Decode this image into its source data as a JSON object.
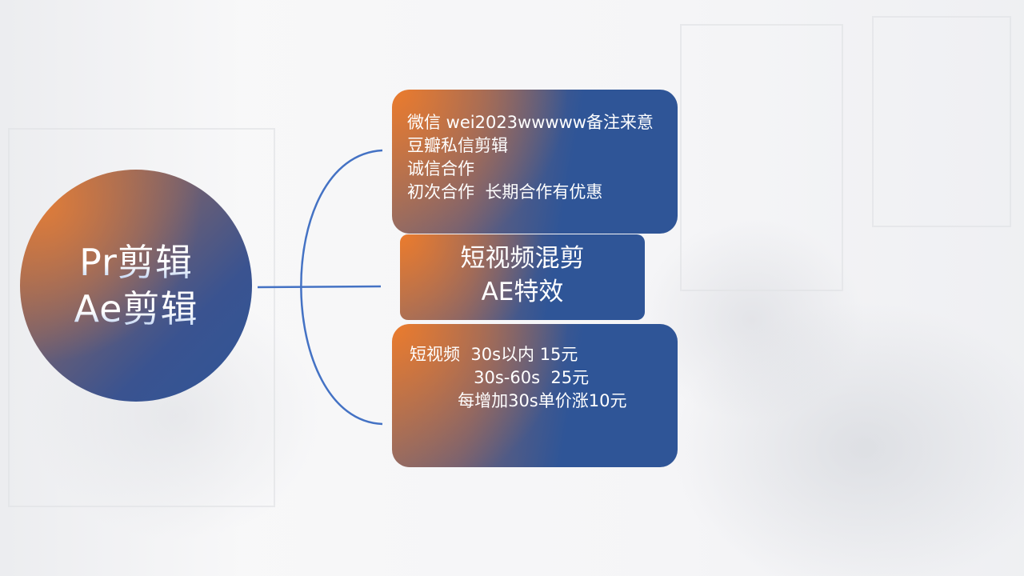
{
  "colors": {
    "accent_orange": "#E07B35",
    "accent_blue": "#2F5597",
    "connector": "#4472C4",
    "text": "#FFFFFF"
  },
  "center_node": {
    "lines": [
      "Pr剪辑",
      "Ae剪辑"
    ]
  },
  "branches": [
    {
      "lines": [
        "微信 wei2023wwwww备注来意",
        "豆瓣私信剪辑",
        "诚信合作",
        "初次合作  长期合作有优惠"
      ]
    },
    {
      "lines": [
        "短视频混剪",
        "AE特效"
      ]
    },
    {
      "lines": [
        "短视频  30s以内 15元",
        "            30s-60s  25元",
        "         每增加30s单价涨10元"
      ]
    }
  ]
}
